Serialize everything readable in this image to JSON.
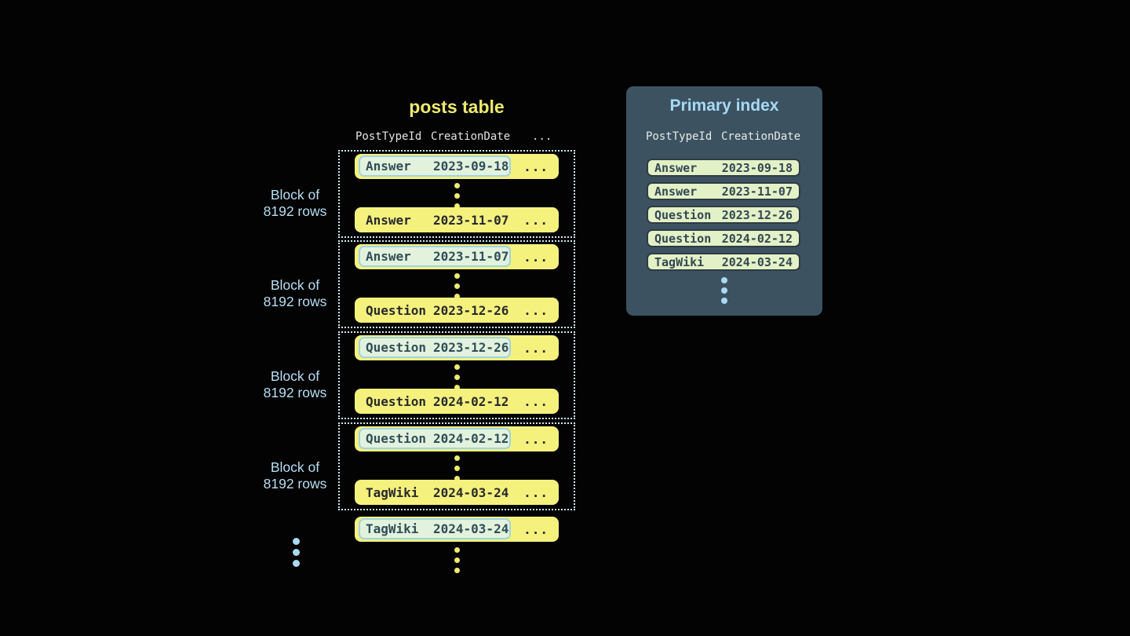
{
  "colors": {
    "background": "#030303",
    "posts_title_yellow": "#EDE96F",
    "row_yellow": "#F5F17D",
    "row_text_dark": "#26292E",
    "highlight_green_bg": "#E3F2DC",
    "highlight_cyan_border": "#9FD3E6",
    "highlight_text": "#2F4D5A",
    "block_border_dotted": "#CDE8F2",
    "label_light_blue": "#B6DEF4",
    "panel_bg_slate": "#3C5260",
    "panel_title_blue": "#A7DAF5",
    "index_row_green": "#E3F1C6",
    "index_row_border": "#2F3B43",
    "index_row_text": "#334754",
    "header_text_light": "#E2E4E1",
    "dot_yellow": "#EFEB6D",
    "dot_blue": "#A9D9F3"
  },
  "posts_table": {
    "title": "posts table",
    "columns": [
      "PostTypeId",
      "CreationDate",
      "..."
    ],
    "row_ellipsis": "...",
    "blocks": [
      {
        "label_line1": "Block of",
        "label_line2": "8192 rows",
        "first_row": {
          "post_type": "Answer",
          "creation_date": "2023-09-18",
          "highlighted": true
        },
        "last_row": {
          "post_type": "Answer",
          "creation_date": "2023-11-07"
        }
      },
      {
        "label_line1": "Block of",
        "label_line2": "8192 rows",
        "first_row": {
          "post_type": "Answer",
          "creation_date": "2023-11-07",
          "highlighted": true
        },
        "last_row": {
          "post_type": "Question",
          "creation_date": "2023-12-26"
        }
      },
      {
        "label_line1": "Block of",
        "label_line2": "8192 rows",
        "first_row": {
          "post_type": "Question",
          "creation_date": "2023-12-26",
          "highlighted": true
        },
        "last_row": {
          "post_type": "Question",
          "creation_date": "2024-02-12"
        }
      },
      {
        "label_line1": "Block of",
        "label_line2": "8192 rows",
        "first_row": {
          "post_type": "Question",
          "creation_date": "2024-02-12",
          "highlighted": true
        },
        "last_row": {
          "post_type": "TagWiki",
          "creation_date": "2024-03-24"
        }
      }
    ],
    "overflow_row": {
      "post_type": "TagWiki",
      "creation_date": "2024-03-24",
      "highlighted": true
    }
  },
  "primary_index": {
    "title": "Primary index",
    "columns": [
      "PostTypeId",
      "CreationDate"
    ],
    "rows": [
      {
        "post_type": "Answer",
        "creation_date": "2023-09-18"
      },
      {
        "post_type": "Answer",
        "creation_date": "2023-11-07"
      },
      {
        "post_type": "Question",
        "creation_date": "2023-12-26"
      },
      {
        "post_type": "Question",
        "creation_date": "2024-02-12"
      },
      {
        "post_type": "TagWiki",
        "creation_date": "2024-03-24"
      }
    ]
  }
}
